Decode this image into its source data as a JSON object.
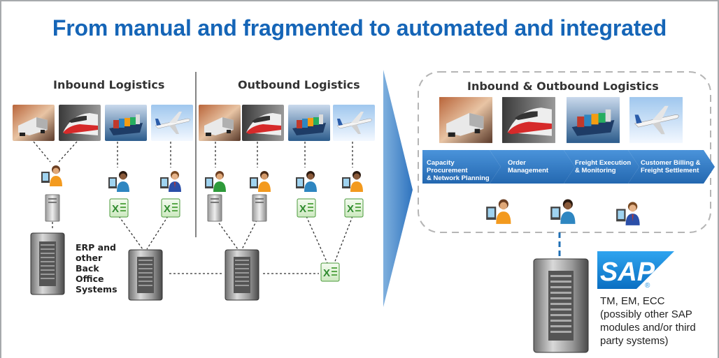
{
  "title": "From manual and fragmented to automated and integrated",
  "inbound": {
    "title": "Inbound Logistics",
    "erp_label": [
      "ERP and",
      "other",
      "Back",
      "Office",
      "Systems"
    ]
  },
  "outbound": {
    "title": "Outbound Logistics"
  },
  "integrated": {
    "title": "Inbound & Outbound Logistics",
    "steps": [
      {
        "line1": "Capacity Procurement",
        "line2": "& Network Planning"
      },
      {
        "line1": "Order",
        "line2": "Management"
      },
      {
        "line1": "Freight Execution",
        "line2": "& Monitoring"
      },
      {
        "line1": "Customer Billing &",
        "line2": "Freight Settlement"
      }
    ]
  },
  "sap": {
    "logo_text": "SAP",
    "registered": "®",
    "description": [
      "TM, EM, ECC",
      "(possibly other SAP",
      "modules and/or third",
      "party systems)"
    ]
  },
  "colors": {
    "title_blue": "#1565b7",
    "chevron_blue": "#2f79c5",
    "arrow_blue": "#3a7fc7",
    "sap_blue": "#1a8ee0"
  },
  "icons": {
    "truck": "truck-photo",
    "train": "train-photo",
    "ship": "ship-photo",
    "plane": "plane-photo",
    "user": "user-at-computer-icon",
    "server": "server-icon",
    "spreadsheet": "excel-icon"
  }
}
